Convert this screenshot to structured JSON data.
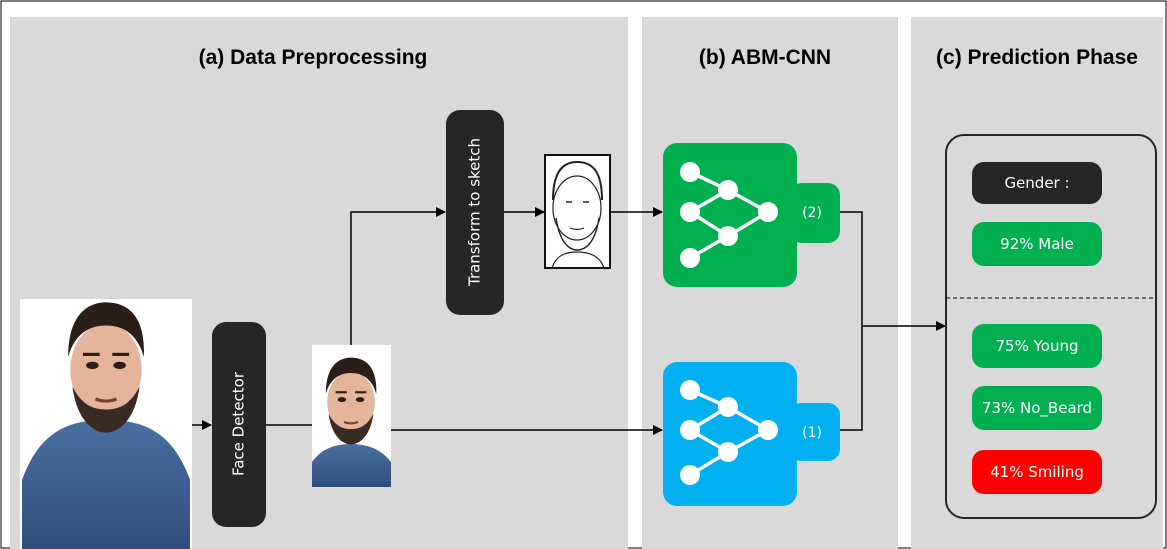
{
  "panels": {
    "a": {
      "title": "(a) Data Preprocessing"
    },
    "b": {
      "title": "(b) ABM-CNN"
    },
    "c": {
      "title": "(c) Prediction Phase"
    }
  },
  "steps": {
    "face_detector": "Face Detector",
    "transform_sketch": "Transform to sketch"
  },
  "networks": {
    "sketch": {
      "label": "(2)",
      "color": "#00b050"
    },
    "rgb": {
      "label": "(1)",
      "color": "#00b0f0"
    }
  },
  "predictions": {
    "gender_header": "Gender :",
    "gender": "92% Male",
    "attributes": [
      "75% Young",
      "73% No_Beard",
      "41% Smiling"
    ]
  },
  "colors": {
    "panel": "#d9d9d9",
    "dark": "#262626",
    "green": "#00b050",
    "blue": "#00b0f0",
    "red": "#ff0000"
  }
}
